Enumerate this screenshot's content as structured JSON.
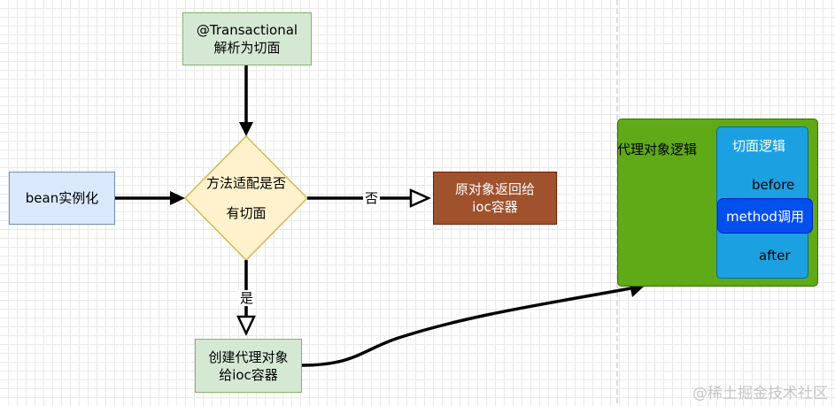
{
  "nodes": {
    "transactional": "@Transactional\n解析为切面",
    "bean": "bean实例化",
    "decision": "方法适配是否\n有切面",
    "original": "原对象返回给\nioc容器",
    "create_proxy": "创建代理对象\n给ioc容器",
    "proxy_logic": "代理对象逻辑",
    "aspect_logic": "切面逻辑",
    "before": "before",
    "method_call": "method调用",
    "after": "after"
  },
  "edges": {
    "no_label": "否",
    "yes_label": "是"
  },
  "watermark": "@稀土掘金技术社区",
  "colors": {
    "green_fill": "#d5e8d4",
    "blue_fill": "#dae8fc",
    "decision_fill": "#fff2cc",
    "brown_fill": "#a0522d",
    "proxy_fill": "#60a917",
    "aspect_fill": "#1ba1e2",
    "method_fill": "#0050ef",
    "cloud_fill": "#a20025"
  }
}
